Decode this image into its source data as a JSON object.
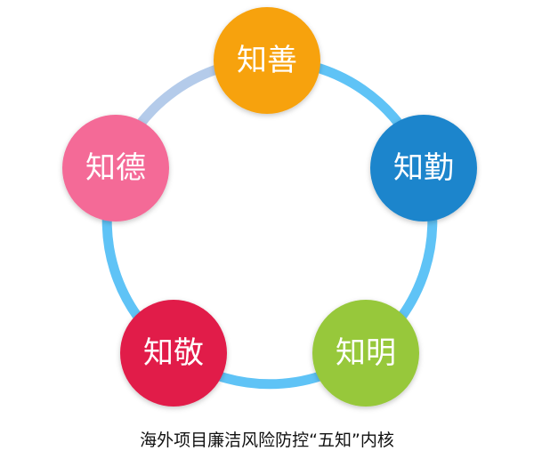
{
  "diagram": {
    "nodes": [
      {
        "id": "zhishan",
        "label": "知善",
        "color": "#f7a20c"
      },
      {
        "id": "zhiqin",
        "label": "知勤",
        "color": "#1b85cc"
      },
      {
        "id": "zhiming",
        "label": "知明",
        "color": "#97c83a"
      },
      {
        "id": "zhijing",
        "label": "知敬",
        "color": "#e11c48"
      },
      {
        "id": "zhide",
        "label": "知德",
        "color": "#f46a97"
      }
    ],
    "ring_colors": {
      "main": "#5fc3f6",
      "segment_de_shan": "#b4cbea"
    }
  },
  "caption": "海外项目廉洁风险防控“五知”内核"
}
